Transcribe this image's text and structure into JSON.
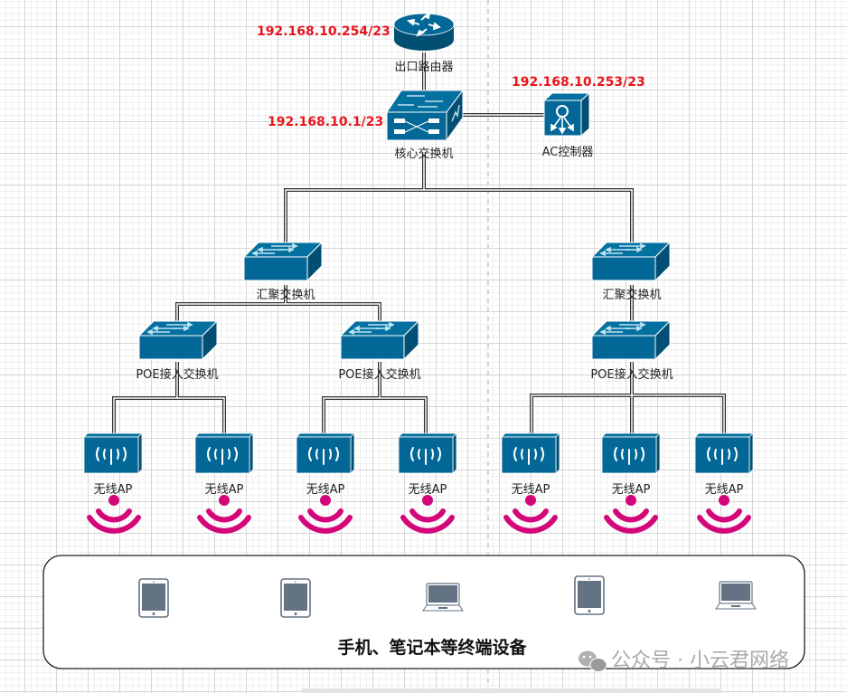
{
  "diagram": {
    "title": "无线网络拓扑",
    "colors": {
      "device": "#036897",
      "device_dark": "#024f74",
      "ip_text": "#e8151b",
      "wifi_signal": "#d4077a",
      "terminal_gray": "#637384",
      "cable": "#333333"
    },
    "router": {
      "label": "出口路由器",
      "ip": "192.168.10.254/23",
      "icon": "router-icon"
    },
    "core_switch": {
      "label": "核心交换机",
      "ip": "192.168.10.1/23",
      "icon": "layer3-switch-icon"
    },
    "ac_controller": {
      "label": "AC控制器",
      "ip": "192.168.10.253/23",
      "icon": "wireless-controller-icon"
    },
    "aggregation_switches": [
      {
        "label": "汇聚交换机"
      },
      {
        "label": "汇聚交换机"
      }
    ],
    "access_switches": [
      {
        "label": "POE接入交换机"
      },
      {
        "label": "POE接入交换机"
      },
      {
        "label": "POE接入交换机"
      }
    ],
    "access_points": [
      {
        "label": "无线AP"
      },
      {
        "label": "无线AP"
      },
      {
        "label": "无线AP"
      },
      {
        "label": "无线AP"
      },
      {
        "label": "无线AP"
      },
      {
        "label": "无线AP"
      },
      {
        "label": "无线AP"
      }
    ],
    "terminals": {
      "caption": "手机、笔记本等终端设备",
      "devices": [
        {
          "type": "tablet-icon"
        },
        {
          "type": "tablet-icon"
        },
        {
          "type": "laptop-icon"
        },
        {
          "type": "tablet-icon"
        },
        {
          "type": "laptop-icon"
        }
      ]
    },
    "watermark": "公众号 · 小云君网络"
  }
}
